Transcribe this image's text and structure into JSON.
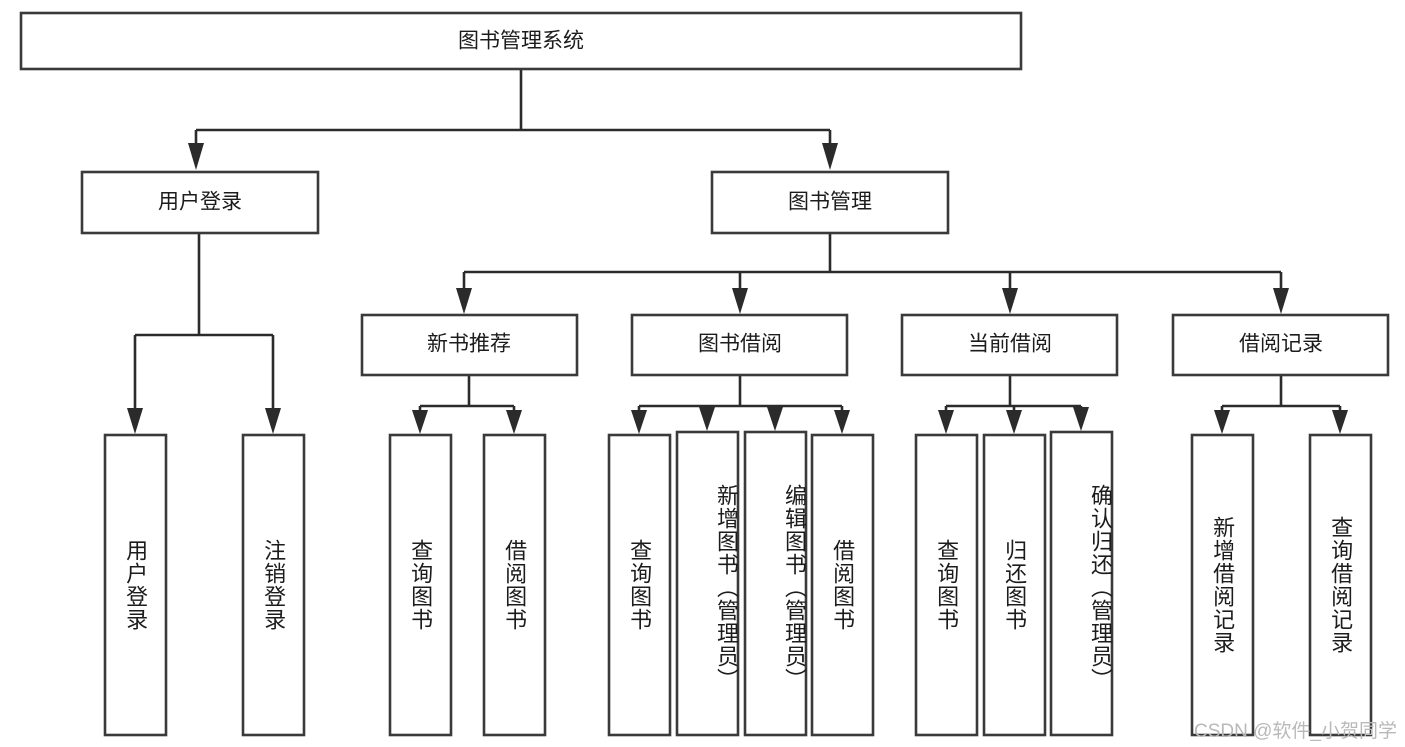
{
  "diagram": {
    "type": "hierarchy-tree",
    "title": "图书管理系统",
    "watermark": "CSDN @软件_小贺同学",
    "colors": {
      "box_fill": "#ffffff",
      "box_stroke": "#3a3a3a",
      "edge": "#2b2b2b",
      "text": "#1c1c1c",
      "background": "#ffffff",
      "watermark_text": "#b9b9b9"
    },
    "root": {
      "label": "图书管理系统"
    },
    "level2": [
      {
        "label": "用户登录"
      },
      {
        "label": "图书管理"
      }
    ],
    "level3": [
      {
        "label": "新书推荐",
        "parent": "图书管理"
      },
      {
        "label": "图书借阅",
        "parent": "图书管理"
      },
      {
        "label": "当前借阅",
        "parent": "图书管理"
      },
      {
        "label": "借阅记录",
        "parent": "图书管理"
      }
    ],
    "leaves": {
      "user_login": [
        {
          "label": "用户登录"
        },
        {
          "label": "注销登录"
        }
      ],
      "new_book": [
        {
          "label": "查询图书"
        },
        {
          "label": "借阅图书"
        }
      ],
      "book_borrow": [
        {
          "label": "查询图书"
        },
        {
          "label": "新增图书（管理员）"
        },
        {
          "label": "编辑图书（管理员）"
        },
        {
          "label": "借阅图书"
        }
      ],
      "current_borrow": [
        {
          "label": "查询图书"
        },
        {
          "label": "归还图书"
        },
        {
          "label": "确认归还（管理员）"
        }
      ],
      "borrow_record": [
        {
          "label": "新增借阅记录"
        },
        {
          "label": "查询借阅记录"
        }
      ]
    }
  }
}
